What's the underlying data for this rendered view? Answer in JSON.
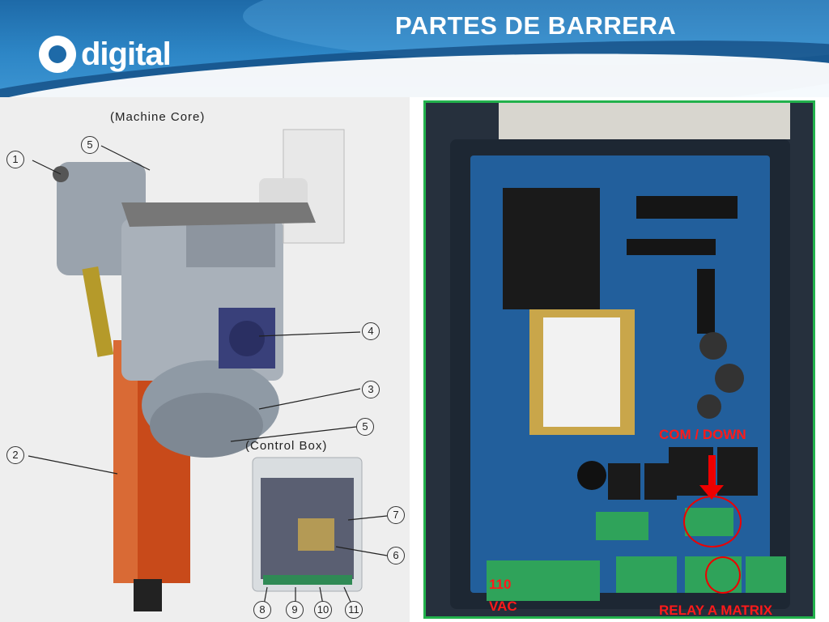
{
  "header": {
    "title": "PARTES DE BARRERA",
    "logo_text": "digital"
  },
  "left_photo": {
    "machine_core_label": "(Machine Core)",
    "control_box_label": "(Control Box)",
    "callouts": [
      "1",
      "2",
      "3",
      "4",
      "5",
      "5",
      "6",
      "7",
      "8",
      "9",
      "10",
      "11"
    ]
  },
  "right_photo": {
    "label_com_down": "COM / DOWN",
    "label_110": "110",
    "label_vac": "VAC",
    "label_relay": "RELAY A MATRIX"
  },
  "colors": {
    "header_blue": "#1e6aa8",
    "frame_green": "#22b14c",
    "annotation_red": "#ff1a1a",
    "barrier_orange": "#c84a1a"
  }
}
